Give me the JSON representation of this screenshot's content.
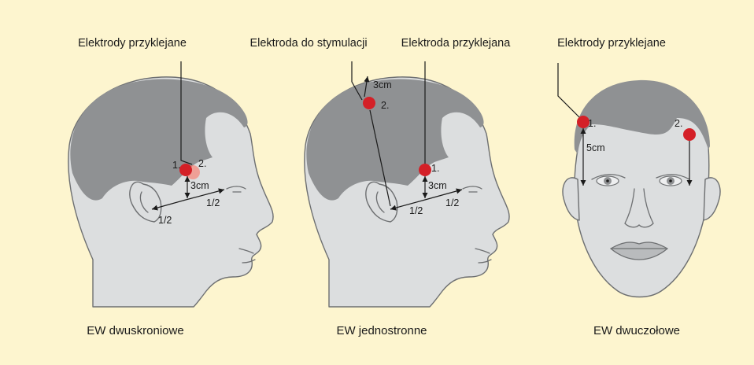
{
  "colors": {
    "background": "#fdf5cf",
    "electrode": "#d42027",
    "hair": "#8f9193",
    "skin": "#dcdedf"
  },
  "panels": [
    {
      "label": "Elektrody przyklejane",
      "caption": "EW dwuskroniowe",
      "electrode_1": "1.",
      "electrode_2": "2.",
      "vertical_distance": "3cm",
      "half_left": "1/2",
      "half_right": "1/2"
    },
    {
      "label_stimulation": "Elektroda do stymulacji",
      "label_attached": "Elektroda przyklejana",
      "caption": "EW jednostronne",
      "electrode_1": "1.",
      "electrode_2": "2.",
      "top_distance": "3cm",
      "vertical_distance": "3cm",
      "half_left": "1/2",
      "half_right": "1/2"
    },
    {
      "label": "Elektrody przyklejane",
      "caption": "EW dwuczołowe",
      "electrode_1": "1.",
      "electrode_2": "2.",
      "vertical_distance": "5cm"
    }
  ]
}
